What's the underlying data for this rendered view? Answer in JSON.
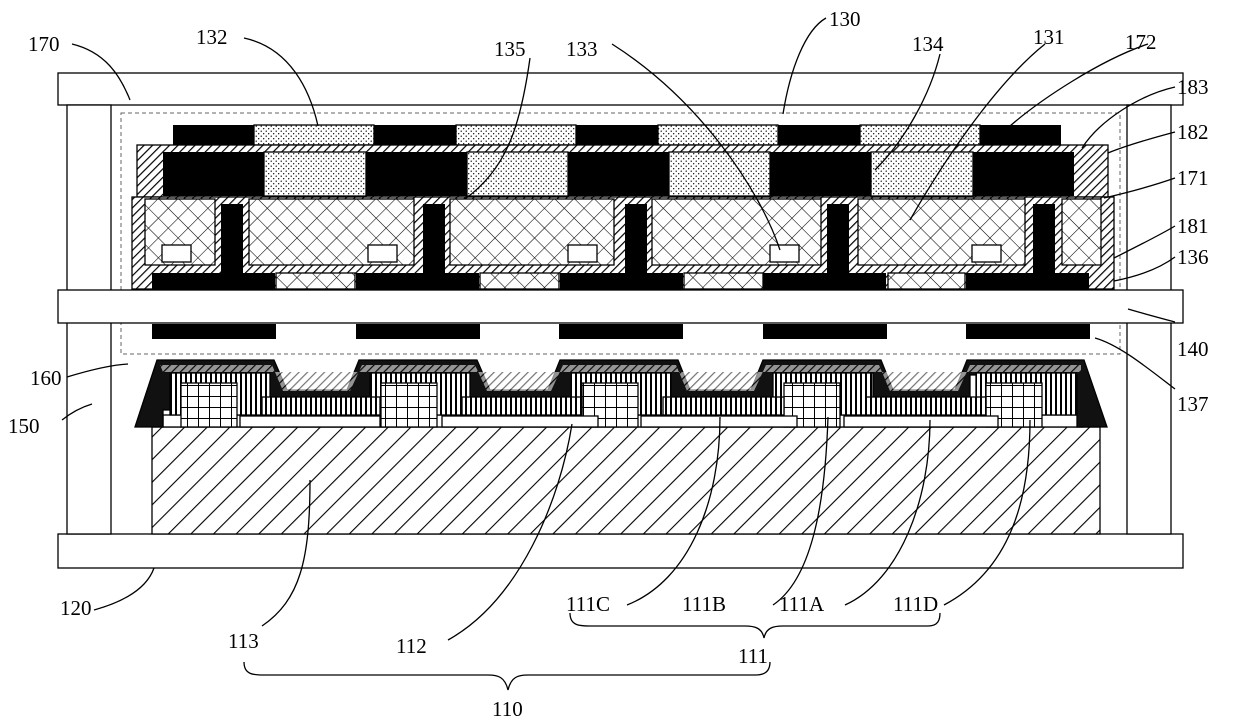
{
  "labels": {
    "l170": "170",
    "l132": "132",
    "l135": "135",
    "l133": "133",
    "l130": "130",
    "l134": "134",
    "l131": "131",
    "l172": "172",
    "l183": "183",
    "l182": "182",
    "l171": "171",
    "l181": "181",
    "l136": "136",
    "l140": "140",
    "l137": "137",
    "l160": "160",
    "l150": "150",
    "l120": "120",
    "l113": "113",
    "l112": "112",
    "l111C": "111C",
    "l111B": "111B",
    "l111A": "111A",
    "l111D": "111D",
    "l111": "111",
    "l110": "110"
  },
  "colors": {
    "ink": "#000000",
    "paper": "#ffffff"
  }
}
